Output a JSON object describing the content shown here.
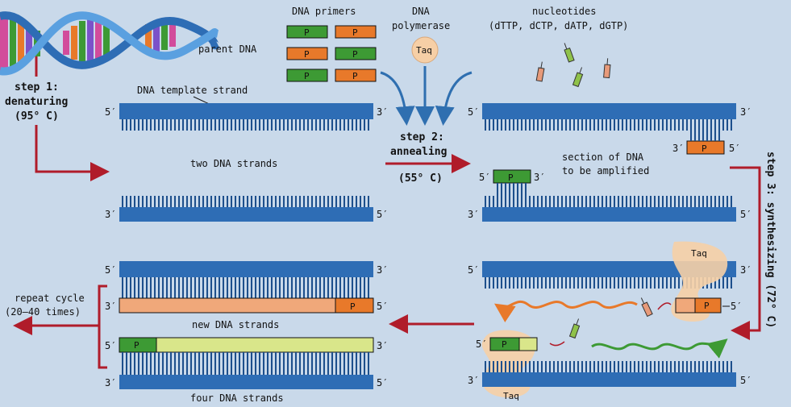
{
  "colors": {
    "background": "#c9d9ea",
    "strand": "#2e6db5",
    "strand_dark": "#1d4f8c",
    "primer_green": "#3d9a34",
    "primer_orange": "#e8792a",
    "new_strand_orange": "#f0a87a",
    "new_strand_green": "#d9e68a",
    "arrow_red": "#b01c2a",
    "arrow_blue": "#2f6fb0",
    "taq_fill": "#f6cfa6"
  },
  "labels": {
    "parent_dna": "parent DNA",
    "template_strand": "DNA template strand",
    "step1_line1": "step 1:",
    "step1_line2": "denaturing",
    "step1_temp": "(95° C)",
    "two_strands": "two DNA strands",
    "primers_title": "DNA primers",
    "primer_letter": "P",
    "polymerase_line1": "DNA",
    "polymerase_line2": "polymerase",
    "taq": "Taq",
    "nucleotides_line1": "nucleotides",
    "nucleotides_line2": "(dTTP, dCTP, dATP, dGTP)",
    "step2_line1": "step 2:",
    "step2_line2": "annealing",
    "step2_temp": "(55° C)",
    "section_line1": "section of DNA",
    "section_line2": "to be amplified",
    "step3": "step 3: synthesizing (72° C)",
    "repeat_line1": "repeat cycle",
    "repeat_line2": "(20–40 times)",
    "new_strands": "new DNA strands",
    "four_strands": "four DNA strands",
    "five_prime": "5′",
    "three_prime": "3′"
  }
}
